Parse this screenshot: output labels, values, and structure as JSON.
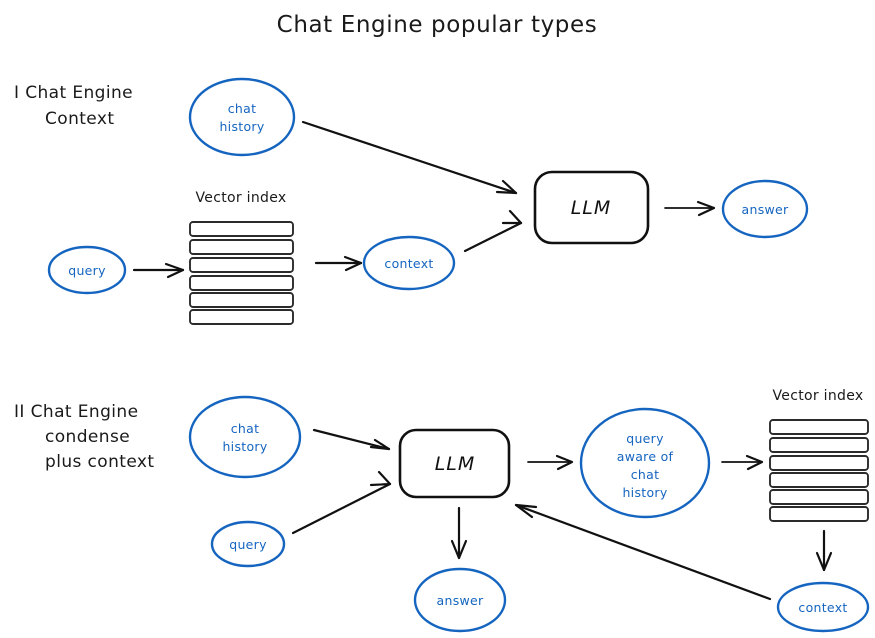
{
  "title": "Chat Engine popular types",
  "accent_color": "#1565c0",
  "ink_color": "#111111",
  "background_color": "#ffffff",
  "sections": [
    {
      "id": "section-1",
      "label_line1": "I Chat Engine",
      "label_line2": "Context",
      "index_caption": "Vector index",
      "index_bar_count": 6,
      "nodes": {
        "chat_history": "chat\nhistory",
        "chat_history_line1": "chat",
        "chat_history_line2": "history",
        "query": "query",
        "context": "context",
        "llm": "LLM",
        "answer": "answer"
      },
      "edges": [
        {
          "from": "chat-history",
          "to": "llm"
        },
        {
          "from": "query",
          "to": "vector-index"
        },
        {
          "from": "vector-index",
          "to": "context"
        },
        {
          "from": "context",
          "to": "llm"
        },
        {
          "from": "llm",
          "to": "answer"
        }
      ]
    },
    {
      "id": "section-2",
      "label_line1": "II Chat Engine",
      "label_line2": "condense",
      "label_line3": "plus context",
      "index_caption": "Vector index",
      "index_bar_count": 6,
      "nodes": {
        "chat_history_line1": "chat",
        "chat_history_line2": "history",
        "query": "query",
        "llm": "LLM",
        "answer": "answer",
        "context": "context",
        "query_aware_line1": "query",
        "query_aware_line2": "aware of",
        "query_aware_line3": "chat",
        "query_aware_line4": "history"
      },
      "edges": [
        {
          "from": "chat-history",
          "to": "llm"
        },
        {
          "from": "query",
          "to": "llm"
        },
        {
          "from": "llm",
          "to": "query-aware"
        },
        {
          "from": "llm",
          "to": "answer"
        },
        {
          "from": "query-aware",
          "to": "vector-index"
        },
        {
          "from": "vector-index",
          "to": "context"
        },
        {
          "from": "context",
          "to": "llm"
        }
      ]
    }
  ]
}
